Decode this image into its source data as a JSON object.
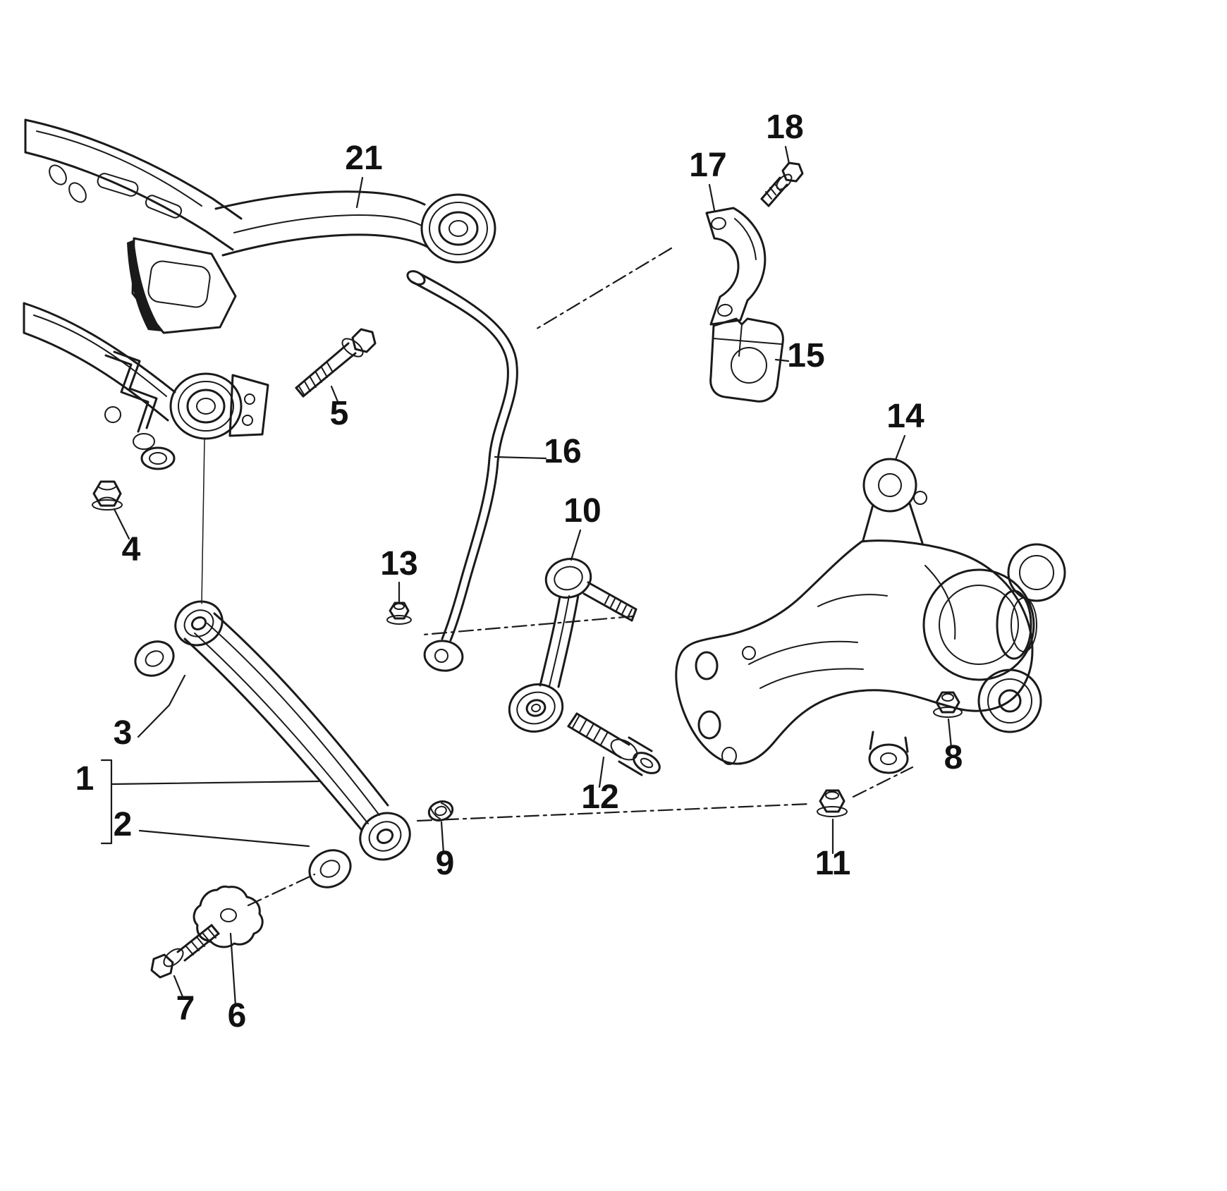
{
  "diagram": {
    "kind": "exploded-parts-line-drawing",
    "subject": "rear axle suspension components",
    "background_color": "#ffffff",
    "line_color": "#1a1a1a",
    "labels": [
      {
        "ref": "1"
      },
      {
        "ref": "2"
      },
      {
        "ref": "3"
      },
      {
        "ref": "4"
      },
      {
        "ref": "5"
      },
      {
        "ref": "6"
      },
      {
        "ref": "7"
      },
      {
        "ref": "8"
      },
      {
        "ref": "9"
      },
      {
        "ref": "10"
      },
      {
        "ref": "11"
      },
      {
        "ref": "12"
      },
      {
        "ref": "13"
      },
      {
        "ref": "14"
      },
      {
        "ref": "15"
      },
      {
        "ref": "16"
      },
      {
        "ref": "17"
      },
      {
        "ref": "18"
      },
      {
        "ref": "21"
      }
    ]
  }
}
